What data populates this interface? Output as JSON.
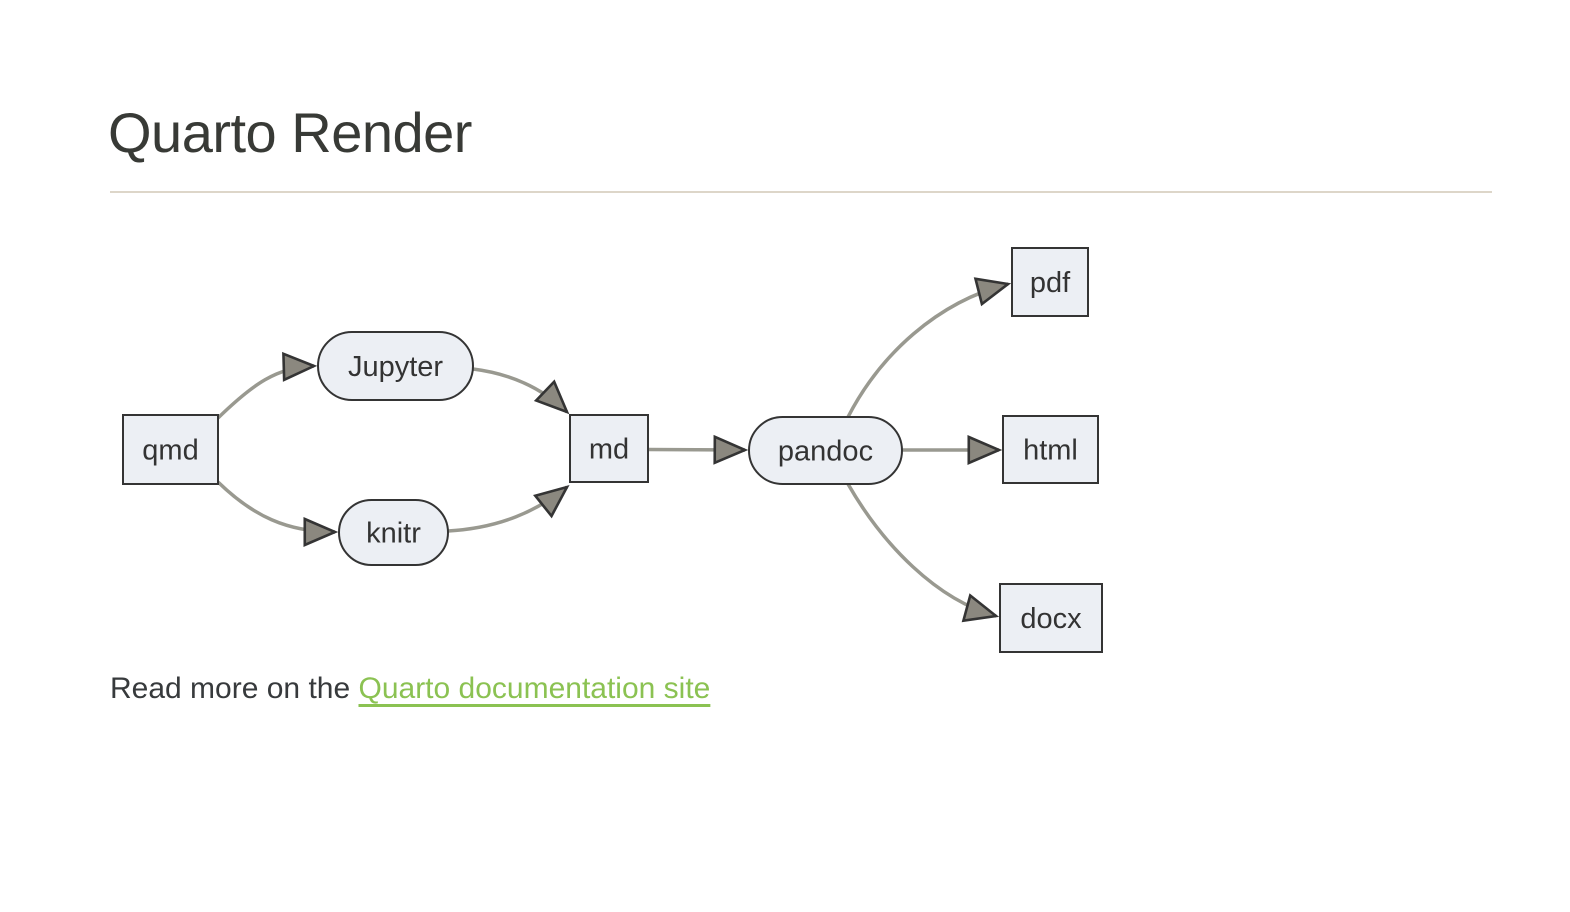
{
  "page": {
    "title": "Quarto Render",
    "footer": {
      "prefix": "Read more on the ",
      "link_label": "Quarto documentation site"
    }
  },
  "diagram": {
    "type": "flowchart",
    "direction": "left-to-right",
    "nodes": [
      {
        "id": "qmd",
        "label": "qmd",
        "shape": "rect"
      },
      {
        "id": "jupyter",
        "label": "Jupyter",
        "shape": "stadium"
      },
      {
        "id": "knitr",
        "label": "knitr",
        "shape": "stadium"
      },
      {
        "id": "md",
        "label": "md",
        "shape": "rect"
      },
      {
        "id": "pandoc",
        "label": "pandoc",
        "shape": "stadium"
      },
      {
        "id": "pdf",
        "label": "pdf",
        "shape": "rect"
      },
      {
        "id": "html",
        "label": "html",
        "shape": "rect"
      },
      {
        "id": "docx",
        "label": "docx",
        "shape": "rect"
      }
    ],
    "edges": [
      {
        "from": "qmd",
        "to": "jupyter"
      },
      {
        "from": "qmd",
        "to": "knitr"
      },
      {
        "from": "jupyter",
        "to": "md"
      },
      {
        "from": "knitr",
        "to": "md"
      },
      {
        "from": "md",
        "to": "pandoc"
      },
      {
        "from": "pandoc",
        "to": "pdf"
      },
      {
        "from": "pandoc",
        "to": "html"
      },
      {
        "from": "pandoc",
        "to": "docx"
      }
    ],
    "colors": {
      "node_fill": "#ECEFF4",
      "node_border": "#343434",
      "edge_stroke": "#999990",
      "arrowhead_fill": "#8B887F",
      "label_text": "#333333"
    }
  },
  "colors": {
    "background": "#FFFFFF",
    "title_text": "#383A36",
    "body_text": "#373A3C",
    "link_green": "#8BC252",
    "divider": "#DDD6C9"
  }
}
